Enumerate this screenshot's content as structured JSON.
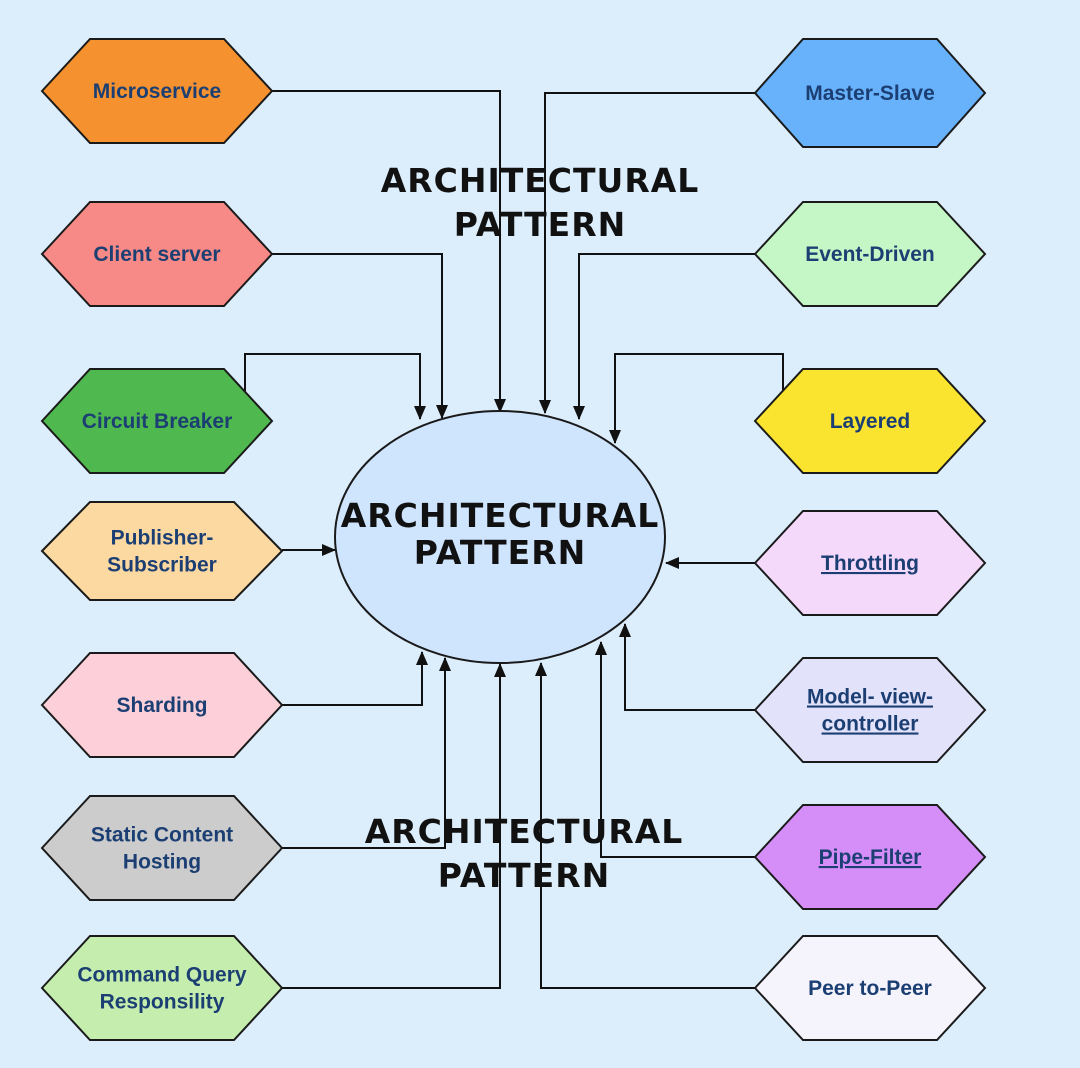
{
  "center": {
    "line1": "ARCHITECTURAL",
    "line2": "PATTERN"
  },
  "headings": {
    "top": {
      "line1": "ARCHITECTURAL",
      "line2": "PATTERN"
    },
    "bottom": {
      "line1": "ARCHITECTURAL",
      "line2": "PATTERN"
    }
  },
  "nodes": [
    {
      "id": "microservice",
      "lines": [
        "Microservice"
      ],
      "fill": "#f5922f",
      "link": false
    },
    {
      "id": "client-server",
      "lines": [
        "Client server"
      ],
      "fill": "#f78a86",
      "link": false
    },
    {
      "id": "circuit-breaker",
      "lines": [
        "Circuit Breaker"
      ],
      "fill": "#4fb84f",
      "link": false
    },
    {
      "id": "publisher-subscriber",
      "lines": [
        "Publisher-",
        "Subscriber"
      ],
      "fill": "#fdd9a2",
      "link": false
    },
    {
      "id": "sharding",
      "lines": [
        "Sharding"
      ],
      "fill": "#fdd0d9",
      "link": false
    },
    {
      "id": "static-content-hosting",
      "lines": [
        "Static Content",
        "Hosting"
      ],
      "fill": "#cccccc",
      "link": false
    },
    {
      "id": "command-query-responsibility",
      "lines": [
        "Command Query",
        "Responsility"
      ],
      "fill": "#c5eeae",
      "link": false
    },
    {
      "id": "master-slave",
      "lines": [
        "Master-Slave"
      ],
      "fill": "#68b1fb",
      "link": false
    },
    {
      "id": "event-driven",
      "lines": [
        "Event-Driven"
      ],
      "fill": "#c5f6c5",
      "link": false
    },
    {
      "id": "layered",
      "lines": [
        "Layered"
      ],
      "fill": "#fae42f",
      "link": false
    },
    {
      "id": "throttling",
      "lines": [
        "Throttling"
      ],
      "fill": "#f4d9fb",
      "link": true
    },
    {
      "id": "model-view-controller",
      "lines": [
        "Model- view-",
        "controller"
      ],
      "fill": "#e2e2fb",
      "link": true
    },
    {
      "id": "pipe-filter",
      "lines": [
        "Pipe-Filter"
      ],
      "fill": "#d58ef8",
      "link": true
    },
    {
      "id": "peer-to-peer",
      "lines": [
        "Peer to-Peer"
      ],
      "fill": "#f5f3fb",
      "link": false
    }
  ]
}
